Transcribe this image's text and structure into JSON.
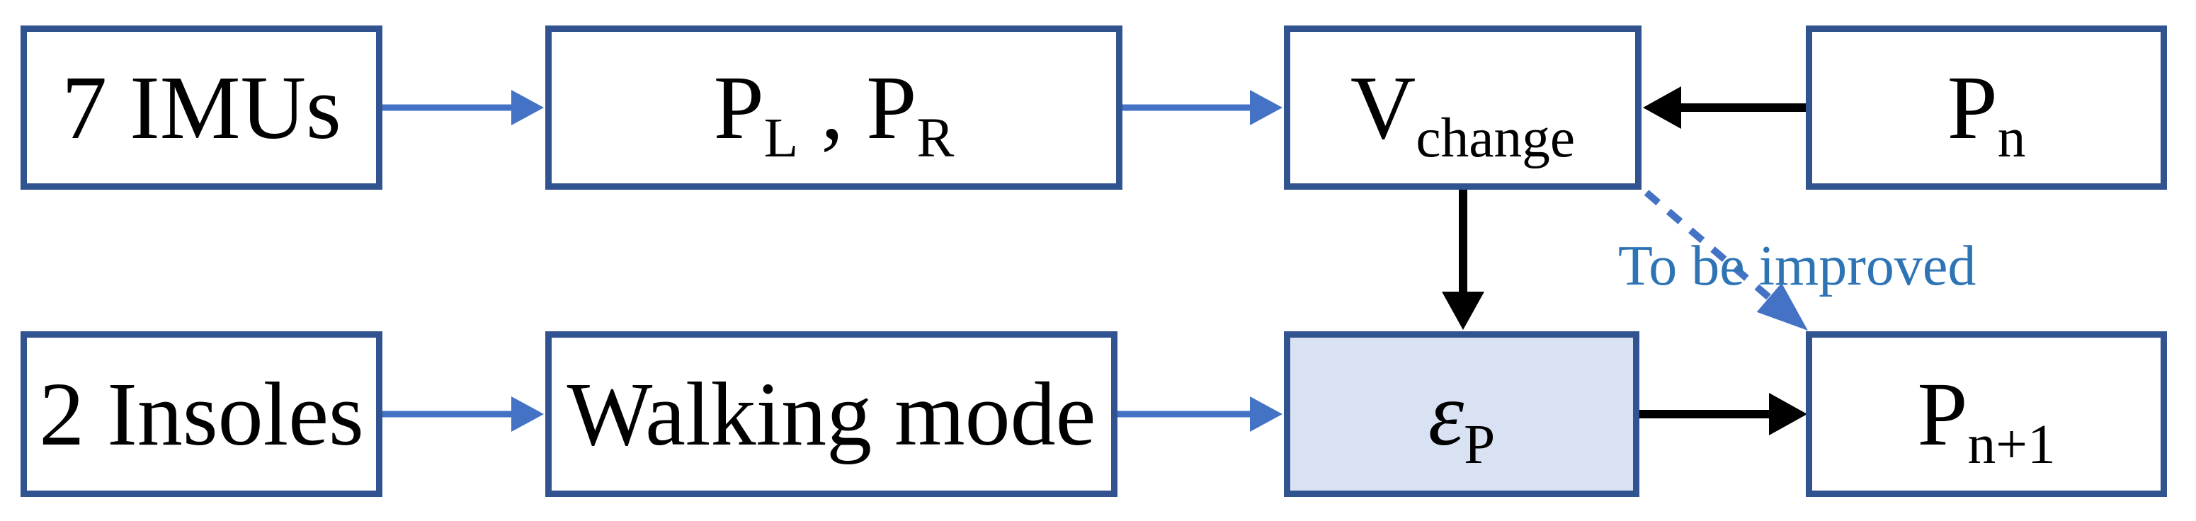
{
  "figure": {
    "type": "flow-diagram",
    "colors": {
      "box_border": "#31538F",
      "box_fill": "#FFFFFF",
      "highlight_fill": "#D9E2F2",
      "arrow_blue": "#4472C4",
      "arrow_black": "#000000",
      "annotation_blue": "#2E74B5",
      "text_black": "#000000",
      "background": "#FFFFFF"
    },
    "nodes": {
      "imus": {
        "label": "7 IMUs"
      },
      "plpr": {
        "segments": [
          {
            "t": "P"
          },
          {
            "t": "L",
            "sub": true
          },
          {
            "t": " , "
          },
          {
            "t": "P"
          },
          {
            "t": "R",
            "sub": true
          }
        ]
      },
      "vchange": {
        "segments": [
          {
            "t": "V"
          },
          {
            "t": "change",
            "sub": true
          }
        ]
      },
      "pn": {
        "segments": [
          {
            "t": "P"
          },
          {
            "t": "n",
            "sub": true
          }
        ]
      },
      "insoles": {
        "label": "2 Insoles"
      },
      "walking": {
        "label": "Walking mode"
      },
      "ep": {
        "segments": [
          {
            "t": "ε",
            "italic": true
          },
          {
            "t": "P",
            "sub": true
          }
        ],
        "highlighted": true
      },
      "pn1": {
        "segments": [
          {
            "t": "P"
          },
          {
            "t": "n+1",
            "sub": true
          }
        ]
      }
    },
    "edges": [
      {
        "id": "imus-to-plpr",
        "from": "imus",
        "to": "plpr",
        "color": "blue",
        "style": "solid"
      },
      {
        "id": "plpr-to-vchange",
        "from": "plpr",
        "to": "vchange",
        "color": "blue",
        "style": "solid"
      },
      {
        "id": "pn-to-vchange",
        "from": "pn",
        "to": "vchange",
        "color": "black",
        "style": "solid"
      },
      {
        "id": "vchange-to-ep",
        "from": "vchange",
        "to": "ep",
        "color": "black",
        "style": "solid"
      },
      {
        "id": "insoles-to-walking",
        "from": "insoles",
        "to": "walking",
        "color": "blue",
        "style": "solid"
      },
      {
        "id": "walking-to-ep",
        "from": "walking",
        "to": "ep",
        "color": "blue",
        "style": "solid"
      },
      {
        "id": "ep-to-pn1",
        "from": "ep",
        "to": "pn1",
        "color": "black",
        "style": "solid"
      },
      {
        "id": "vchange-to-pn1",
        "from": "vchange",
        "to": "pn1",
        "color": "blue",
        "style": "dashed",
        "annotation": "To be improved"
      }
    ],
    "annotation": {
      "label": "To be improved"
    }
  }
}
